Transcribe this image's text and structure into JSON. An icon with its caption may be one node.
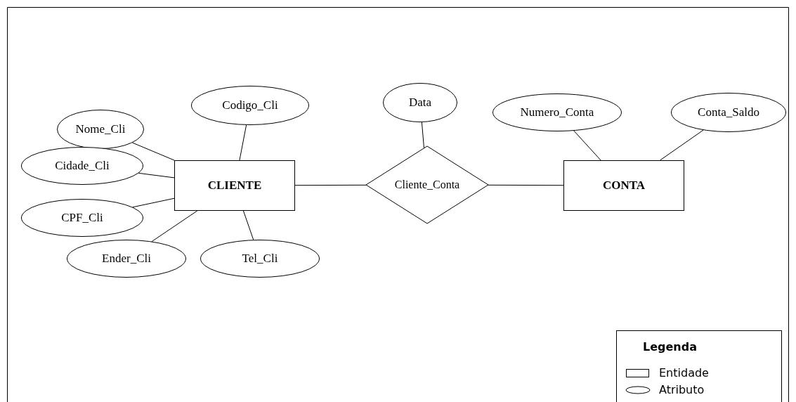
{
  "diagram": {
    "nodes": [
      {
        "text": [
          "Nome_Cli"
        ]
      },
      {
        "text": [
          "Codigo_Cli"
        ]
      },
      {
        "text": [
          "Data"
        ]
      },
      {
        "text": [
          "Numero_Conta"
        ]
      },
      {
        "text": [
          "Conta_Saldo"
        ]
      },
      {
        "text": [
          "Cidade_Cli"
        ]
      },
      {
        "text": [
          "CLIENTE"
        ]
      },
      {
        "text": [
          "Cliente_Conta"
        ]
      },
      {
        "text": [
          "CONTA"
        ]
      },
      {
        "text": [
          "CPF_Cli"
        ]
      },
      {
        "text": [
          "Ender_Cli"
        ]
      },
      {
        "text": [
          "Tel_Cli"
        ]
      }
    ],
    "edges": [
      {
        "from": 0,
        "to": 6,
        "arrow": "none"
      },
      {
        "from": 1,
        "to": 6,
        "arrow": "none"
      },
      {
        "from": 5,
        "to": 6,
        "arrow": "none"
      },
      {
        "from": 9,
        "to": 6,
        "arrow": "none"
      },
      {
        "from": 10,
        "to": 6,
        "arrow": "none"
      },
      {
        "from": 11,
        "to": 6,
        "arrow": "none"
      },
      {
        "from": 6,
        "to": 7,
        "arrow": "none"
      },
      {
        "from": 2,
        "to": 7,
        "arrow": "none"
      },
      {
        "from": 7,
        "to": 8,
        "arrow": "none"
      },
      {
        "from": 3,
        "to": 8,
        "arrow": "none"
      },
      {
        "from": 4,
        "to": 8,
        "arrow": "none"
      }
    ],
    "labels": [
      "Legenda"
    ],
    "legend": [
      {
        "text": "Entidade"
      },
      {
        "text": "Atributo"
      }
    ]
  }
}
